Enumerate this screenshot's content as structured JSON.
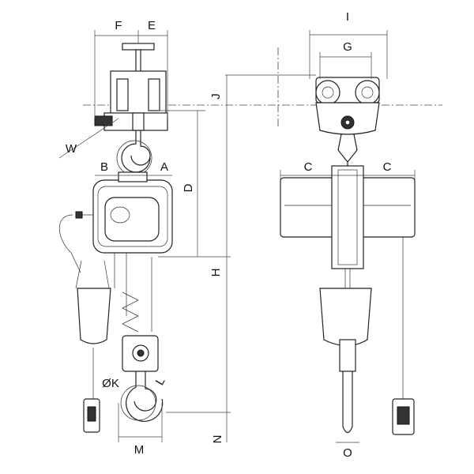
{
  "drawing": {
    "title": "Electric chain hoist with trolley dimension drawing",
    "labels": {
      "F": "F",
      "E": "E",
      "I": "I",
      "G": "G",
      "J": "J",
      "W": "W",
      "B": "B",
      "A": "A",
      "D": "D",
      "C_left": "C",
      "C_right": "C",
      "H": "H",
      "K": "ØK",
      "L": "L",
      "M": "M",
      "N": "N",
      "O": "O"
    },
    "colors": {
      "line": "#222222",
      "background": "#ffffff"
    }
  }
}
